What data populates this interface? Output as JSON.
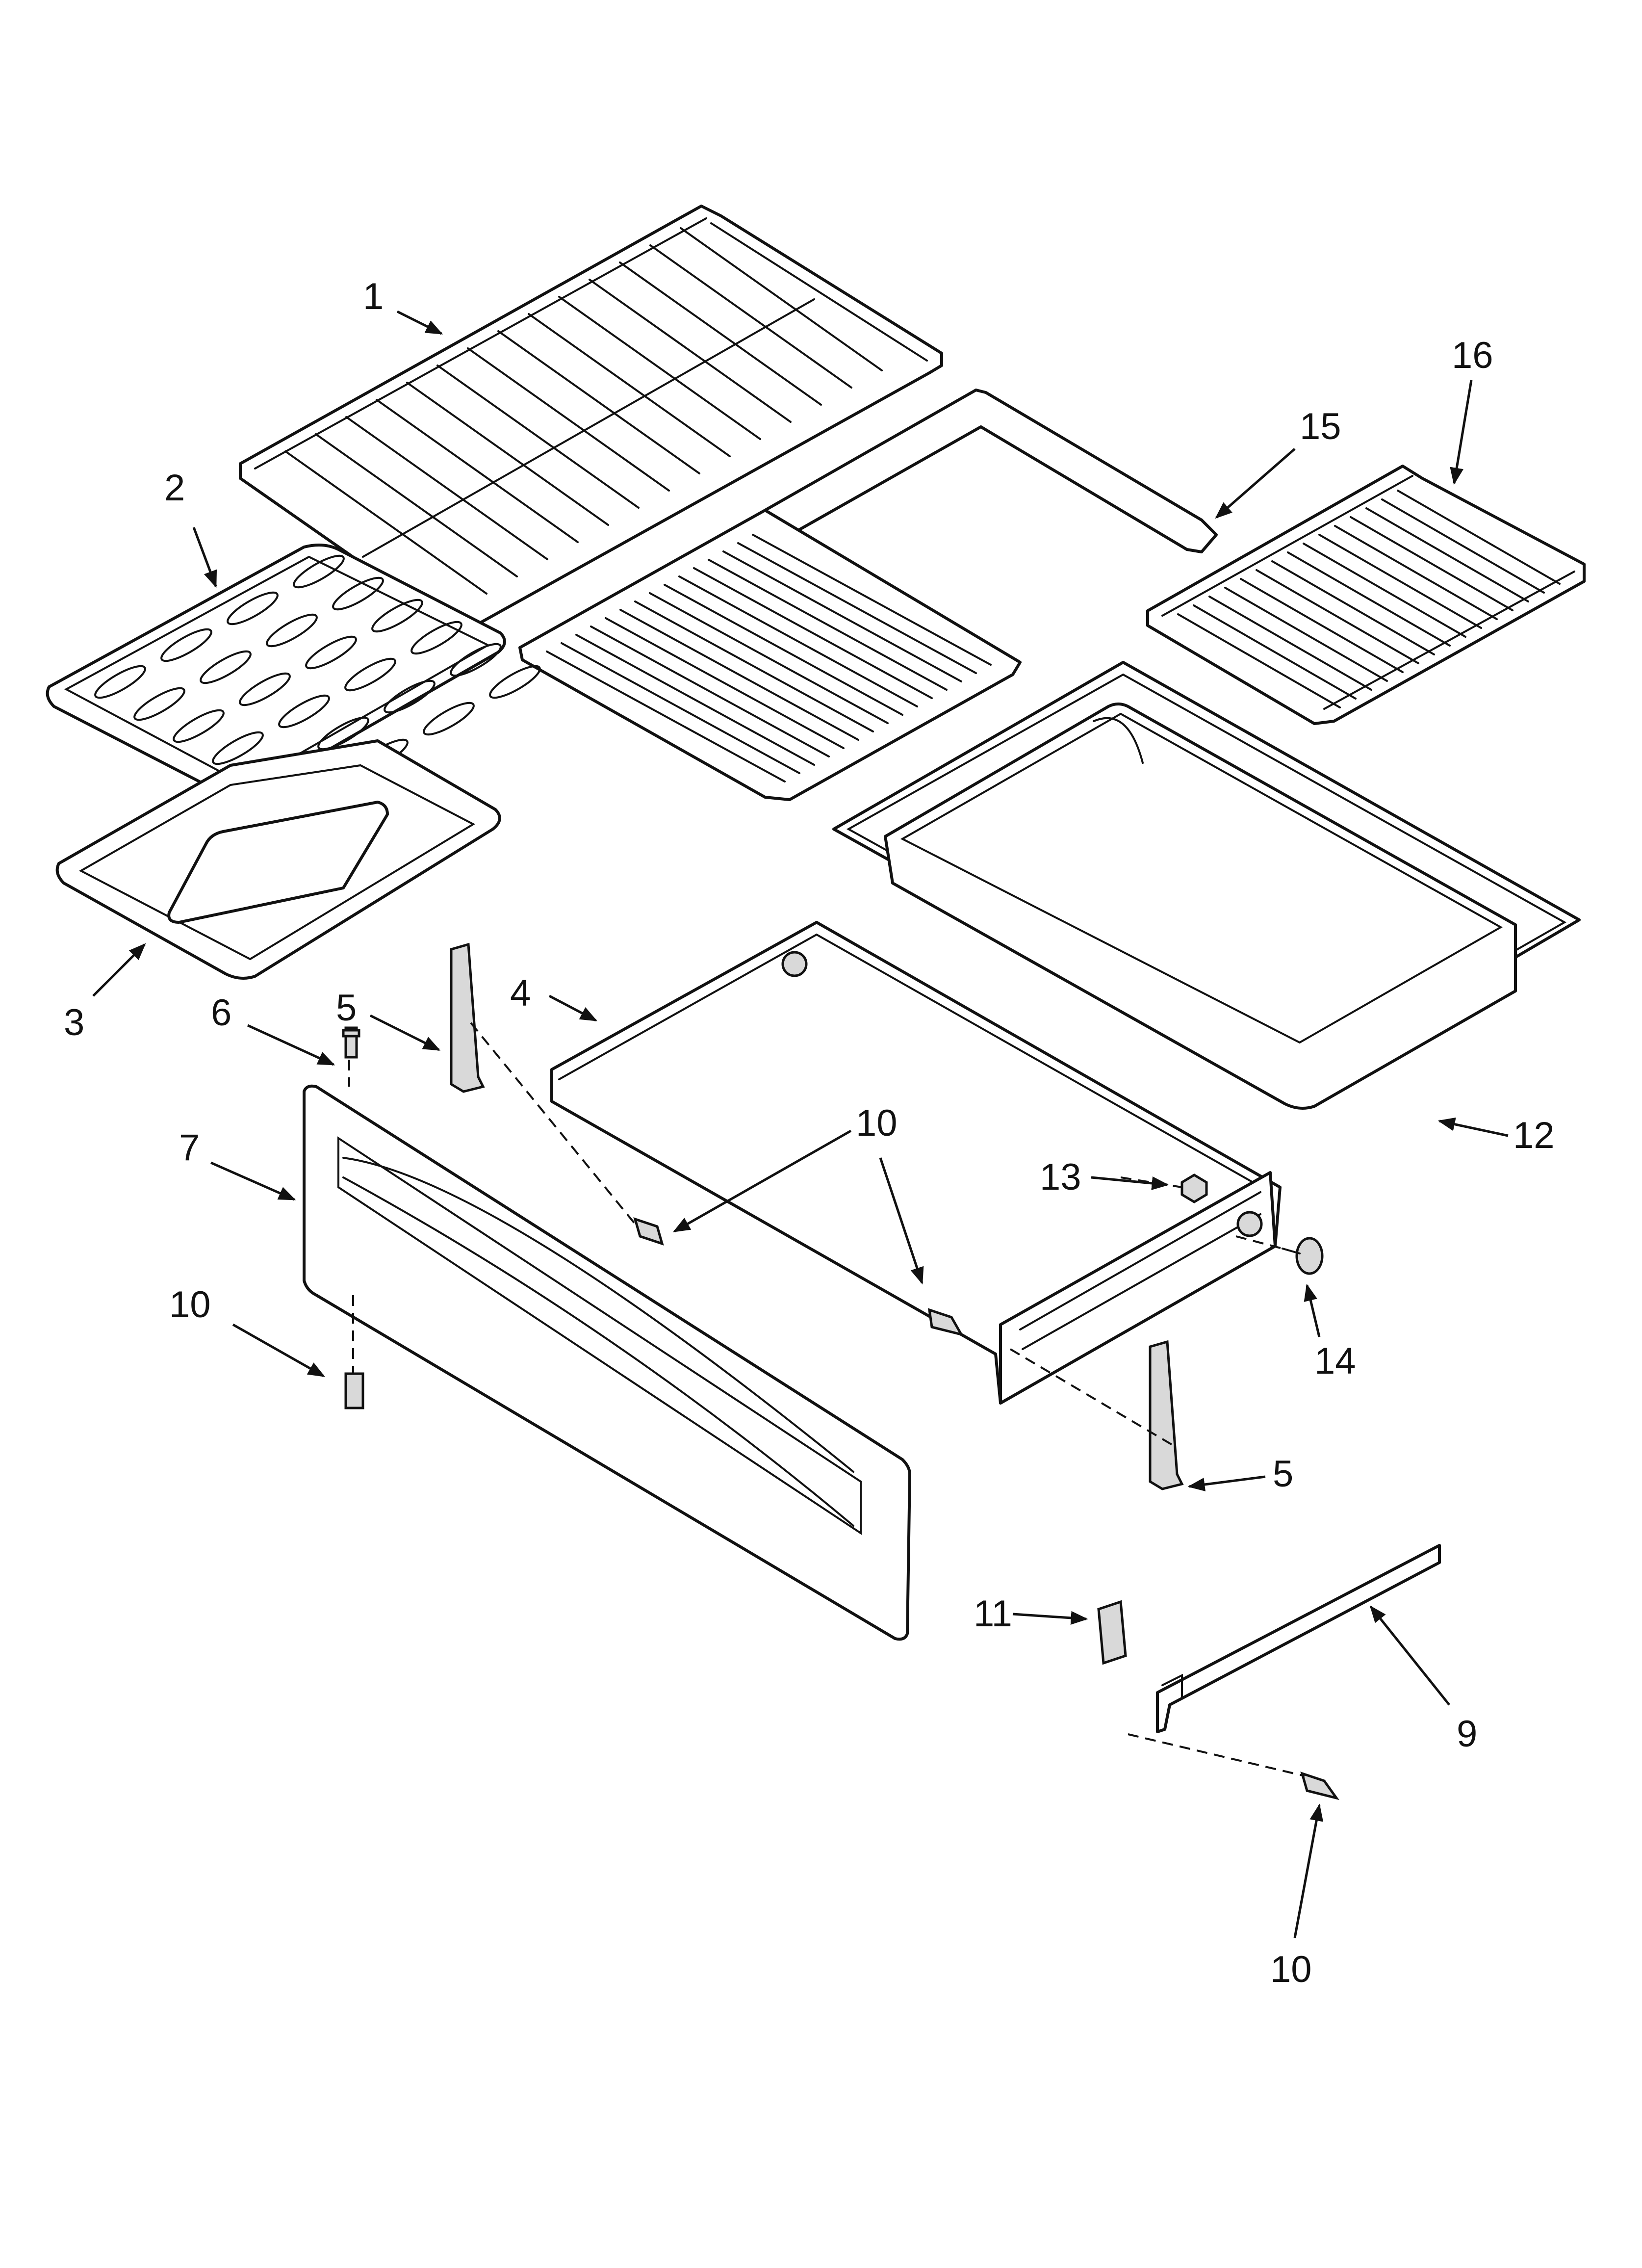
{
  "callouts": [
    {
      "id": "c1",
      "text": "1"
    },
    {
      "id": "c2",
      "text": "2"
    },
    {
      "id": "c3",
      "text": "3"
    },
    {
      "id": "c4",
      "text": "4"
    },
    {
      "id": "c5a",
      "text": "5"
    },
    {
      "id": "c5b",
      "text": "5"
    },
    {
      "id": "c6",
      "text": "6"
    },
    {
      "id": "c7",
      "text": "7"
    },
    {
      "id": "c9",
      "text": "9"
    },
    {
      "id": "c10a",
      "text": "10"
    },
    {
      "id": "c10b",
      "text": "10"
    },
    {
      "id": "c10c",
      "text": "10"
    },
    {
      "id": "c10d",
      "text": "10"
    },
    {
      "id": "c11",
      "text": "11"
    },
    {
      "id": "c12",
      "text": "12"
    },
    {
      "id": "c13",
      "text": "13"
    },
    {
      "id": "c14",
      "text": "14"
    },
    {
      "id": "c15",
      "text": "15"
    },
    {
      "id": "c16",
      "text": "16"
    }
  ],
  "colors": {
    "line": "#111111",
    "background": "#ffffff",
    "hardware": "#d9d9d9"
  }
}
